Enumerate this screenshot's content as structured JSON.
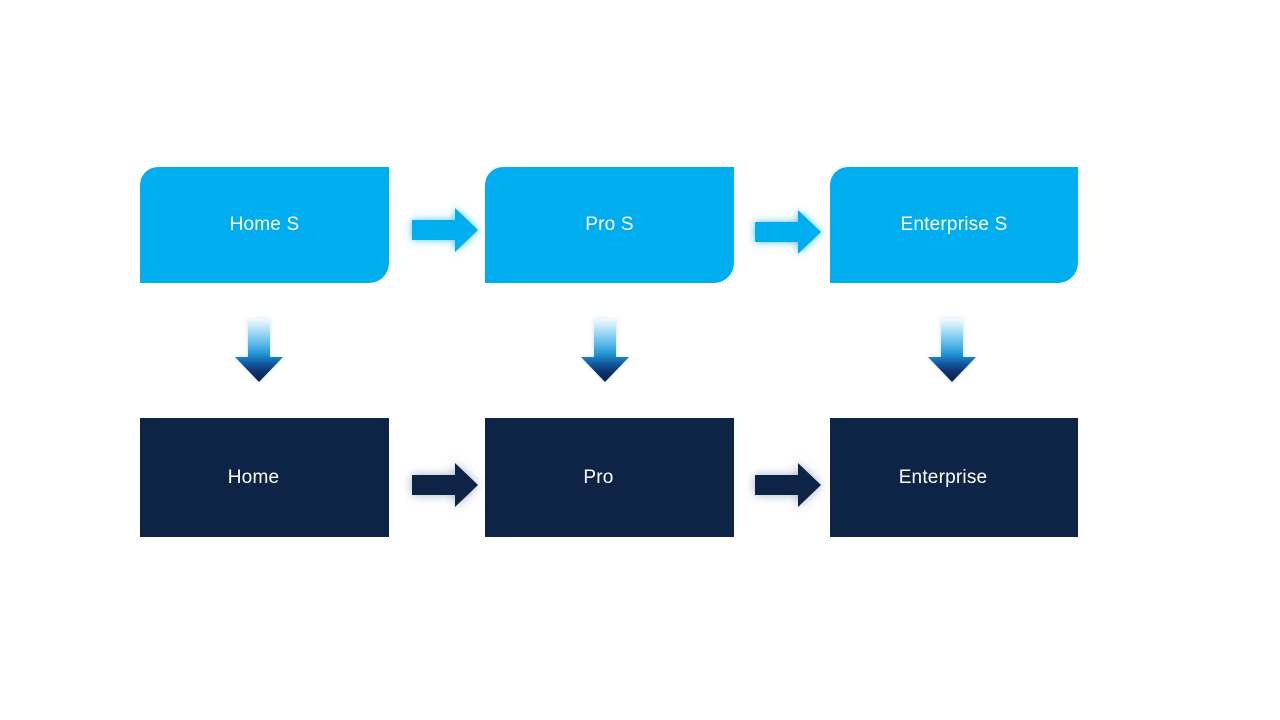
{
  "flow": {
    "top_row": {
      "boxes": [
        {
          "label": "Home S"
        },
        {
          "label": "Pro S"
        },
        {
          "label": "Enterprise S"
        }
      ],
      "fill_color": "#00AEEF",
      "text_color": "#FFFFFF",
      "shape": "round-diagonal-corner-rectangle"
    },
    "bottom_row": {
      "boxes": [
        {
          "label": "Home"
        },
        {
          "label": "Pro"
        },
        {
          "label": "Enterprise"
        }
      ],
      "fill_color": "#0E2447",
      "text_color": "#FFFFFF",
      "shape": "rectangle"
    },
    "connectors": {
      "top_right_arrows": {
        "icon": "arrow-right-icon",
        "color": "#00AEEF",
        "count": 2
      },
      "bottom_right_arrows": {
        "icon": "arrow-right-icon",
        "color": "#0E2447",
        "count": 2
      },
      "down_arrows": {
        "icon": "arrow-down-icon",
        "gradient_top": "#F2FAFE",
        "gradient_mid": "#2293D4",
        "gradient_bottom": "#0B2148",
        "count": 3
      }
    },
    "background_color": "#FFFFFF"
  }
}
